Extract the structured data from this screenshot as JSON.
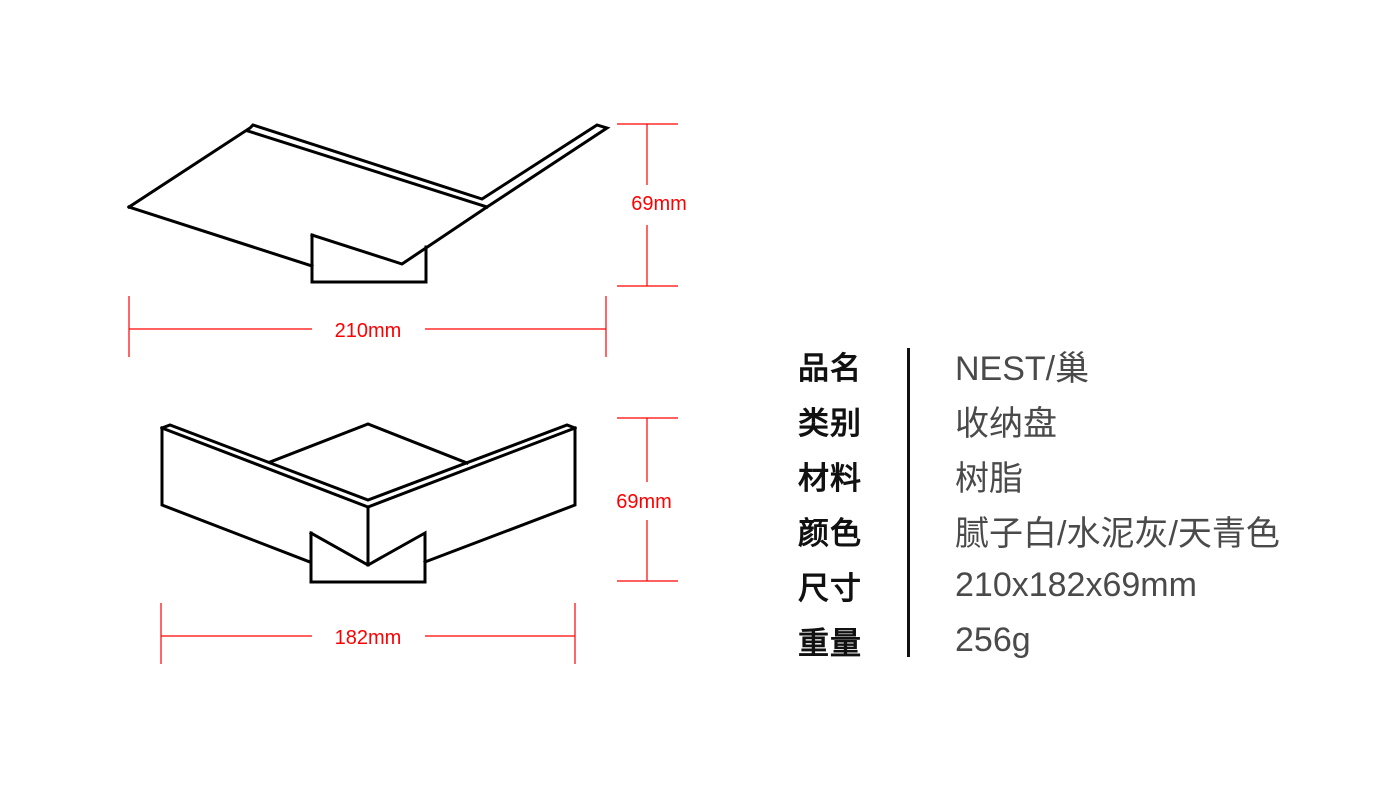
{
  "dimensions": {
    "top_view": {
      "height": "69mm",
      "width": "210mm"
    },
    "front_view": {
      "height": "69mm",
      "width": "182mm"
    }
  },
  "specs": [
    {
      "label": "品名",
      "value": "NEST/巢"
    },
    {
      "label": "类别",
      "value": "收纳盘"
    },
    {
      "label": "材料",
      "value": "树脂"
    },
    {
      "label": "颜色",
      "value": "腻子白/水泥灰/天青色"
    },
    {
      "label": "尺寸",
      "value": "210x182x69mm"
    },
    {
      "label": "重量",
      "value": "256g"
    }
  ],
  "colors": {
    "dimension": "#ff0000",
    "label": "#111111",
    "value": "#4a4a4a"
  }
}
